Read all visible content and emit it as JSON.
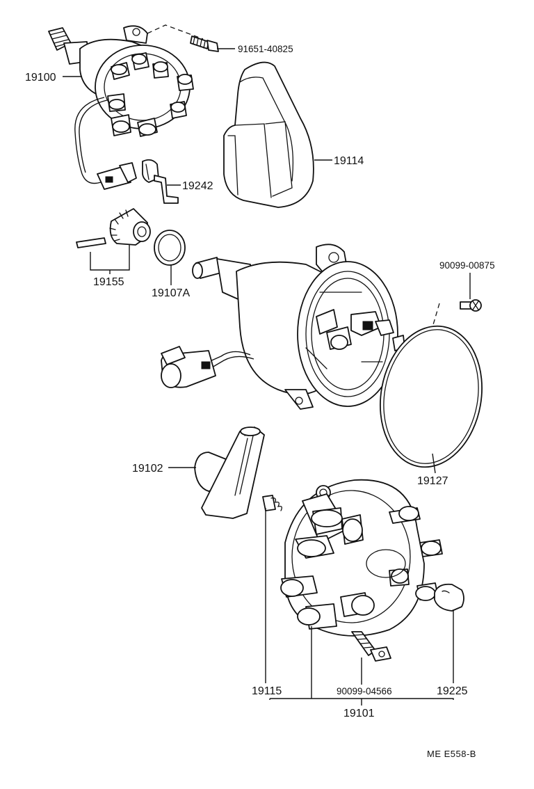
{
  "labels": {
    "p19100": "19100",
    "p91651": "91651-40825",
    "p19114": "19114",
    "p19242": "19242",
    "p19155": "19155",
    "p19107a": "19107A",
    "p90099a": "90099-00875",
    "p19127": "19127",
    "p19102": "19102",
    "p19115": "19115",
    "p90099b": "90099-04566",
    "p19225": "19225",
    "p19101": "19101"
  },
  "footer": {
    "code": "ME  E558-B"
  }
}
